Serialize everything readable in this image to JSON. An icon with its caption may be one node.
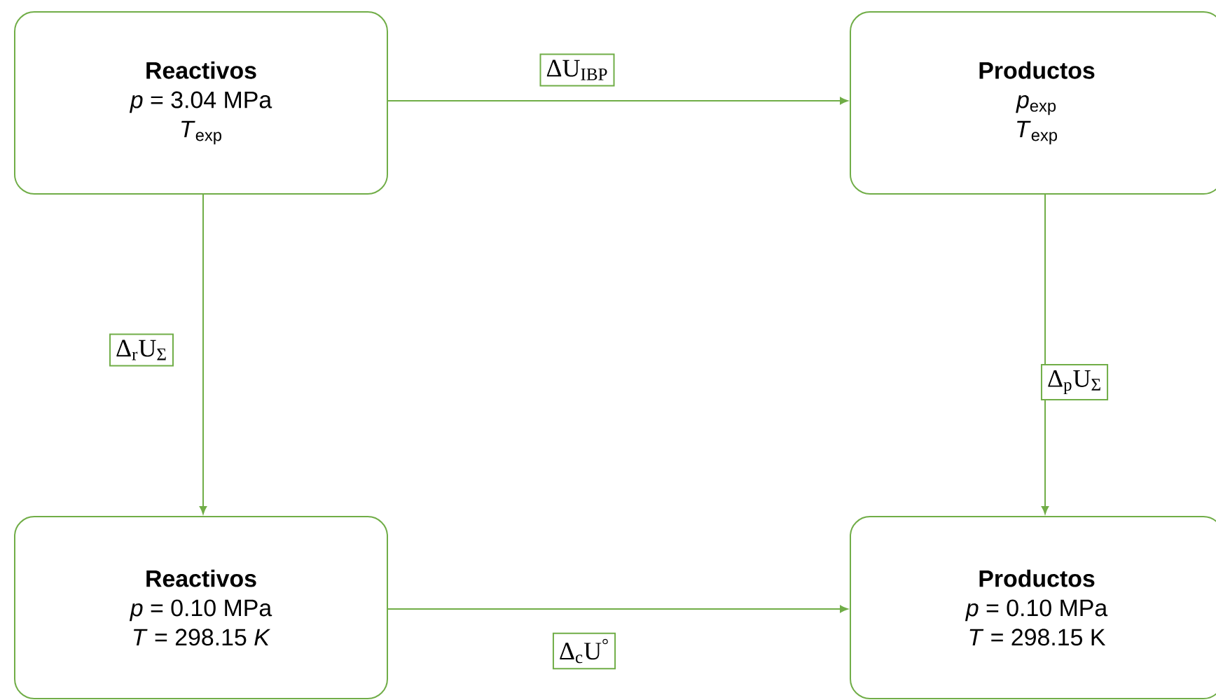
{
  "diagram": {
    "nodes": [
      {
        "text": [
          "Reactivos",
          "*p* = 3.04 MPa",
          "*T*$_{exp}$"
        ]
      },
      {
        "text": [
          "Productos",
          "*p*$_{exp}$",
          "*T*$_{exp}$"
        ]
      },
      {
        "text": [
          "Reactivos",
          "*p* = 0.10 MPa",
          "*T* = 298.15 *K*"
        ]
      },
      {
        "text": [
          "Productos",
          "*p* = 0.10 MPa",
          "*T* = 298.15 K"
        ]
      }
    ],
    "edges": [
      {
        "from": 0,
        "to": 1,
        "arrow": "to",
        "label": "ΔU$_{IBP}$"
      },
      {
        "from": 0,
        "to": 2,
        "arrow": "to",
        "label": "Δ$_{r}$U$_{Σ}$"
      },
      {
        "from": 1,
        "to": 3,
        "arrow": "to",
        "label": "Δ$_{p}$U$_{Σ}$"
      },
      {
        "from": 2,
        "to": 3,
        "arrow": "to",
        "label": "Δ$_{c}$U$^{°}$"
      }
    ]
  }
}
